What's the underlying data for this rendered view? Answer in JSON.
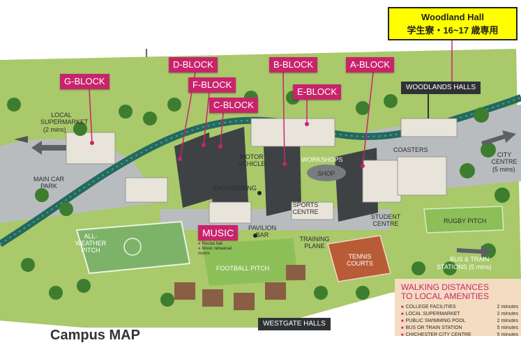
{
  "callout": {
    "title": "Woodland Hall",
    "subtitle": "学生寮・16~17 歳専用"
  },
  "blocks": {
    "g": "G-BLOCK",
    "d": "D-BLOCK",
    "f": "F-BLOCK",
    "c": "C-BLOCK",
    "b": "B-BLOCK",
    "e": "E-BLOCK",
    "a": "A-BLOCK"
  },
  "halls": {
    "woodlands": "WOODLANDS HALLS",
    "westgate": "WESTGATE HALLS"
  },
  "places": {
    "local_supermarket": "LOCAL SUPERMARKET",
    "supermarket_time": "(2 mins)",
    "main_car_park": "MAIN CAR PARK",
    "motor_vehicle": "MOTOR VEHICLE",
    "workshops": "WORKSHOPS",
    "shop": "SHOP",
    "coasters": "COASTERS",
    "city_centre": "CITY CENTRE",
    "city_time": "(5 mins)",
    "engineering": "ENGINEERING",
    "sports_centre": "SPORTS CENTRE",
    "student_centre": "STUDENT CENTRE",
    "rugby_pitch": "RUGBY PITCH",
    "all_weather_pitch": "ALL-WEATHER PITCH",
    "pavilion_bar": "PAVILION BAR",
    "training_plane": "TRAINING PLANE",
    "football_pitch": "FOOTBALL PITCH",
    "tennis_courts": "TENNIS COURTS",
    "bus_train": "BUS & TRAIN",
    "bus_train_time": "STATIONS (5 mins)"
  },
  "music": {
    "label": "MUSIC",
    "items": [
      "Recital hall",
      "Music rehearsal rooms"
    ]
  },
  "walking": {
    "title_line1": "WALKING DISTANCES",
    "title_line2": "TO LOCAL AMENITIES",
    "rows": [
      {
        "name": "COLLEGE FACILITIES",
        "time": "2 minutes"
      },
      {
        "name": "LOCAL SUPERMARKET",
        "time": "2 minutes"
      },
      {
        "name": "PUBLIC SWIMMING POOL",
        "time": "2 minutes"
      },
      {
        "name": "BUS OR TRAIN STATION",
        "time": "5 minutes"
      },
      {
        "name": "CHICHESTER CITY CENTRE",
        "time": "5 minutes"
      }
    ]
  },
  "caption": "Campus MAP",
  "colors": {
    "grass": "#a9c96a",
    "river": "#24695e",
    "road": "#b9bcbf",
    "pink": "#c8246c",
    "callout": "#ffff00"
  }
}
